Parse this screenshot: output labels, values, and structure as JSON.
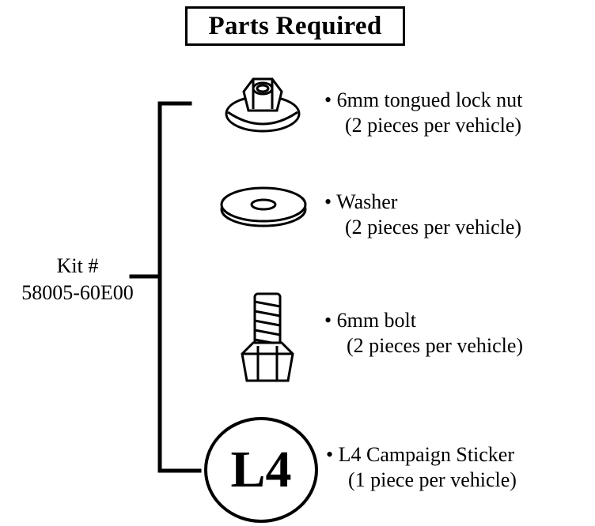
{
  "title": "Parts Required",
  "kit": {
    "label": "Kit #",
    "number": "58005-60E00"
  },
  "parts": [
    {
      "icon": "lock-nut-icon",
      "bullet": "•",
      "name": "6mm tongued lock nut",
      "qty": "(2 pieces per vehicle)"
    },
    {
      "icon": "washer-icon",
      "bullet": "•",
      "name": "Washer",
      "qty": "(2 pieces per vehicle)"
    },
    {
      "icon": "bolt-icon",
      "bullet": "•",
      "name": "6mm bolt",
      "qty": "(2 pieces per vehicle)"
    },
    {
      "icon": "sticker-icon",
      "bullet": "•",
      "name": "L4 Campaign Sticker",
      "qty": "(1 piece per vehicle)"
    }
  ],
  "sticker_label": "L4"
}
